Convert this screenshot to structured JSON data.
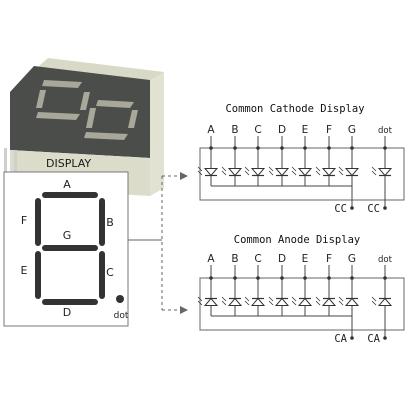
{
  "photo_label": "DISPLAY",
  "segment_labels": {
    "a": "A",
    "b": "B",
    "c": "C",
    "d": "D",
    "e": "E",
    "f": "F",
    "g": "G",
    "dot": "dot"
  },
  "cathode": {
    "title": "Common Cathode Display",
    "pins": [
      "A",
      "B",
      "C",
      "D",
      "E",
      "F",
      "G",
      "dot"
    ],
    "ground_labels": [
      "CC",
      "CC"
    ]
  },
  "anode": {
    "title": "Common Anode Display",
    "pins": [
      "A",
      "B",
      "C",
      "D",
      "E",
      "F",
      "G",
      "dot"
    ],
    "supply_labels": [
      "CA",
      "CA"
    ]
  },
  "colors": {
    "segment": "#333333",
    "line": "#555555",
    "frame": "#666666",
    "photo_body": "#cfcfbf",
    "photo_face": "#4a4d4a",
    "text": "#222222"
  }
}
